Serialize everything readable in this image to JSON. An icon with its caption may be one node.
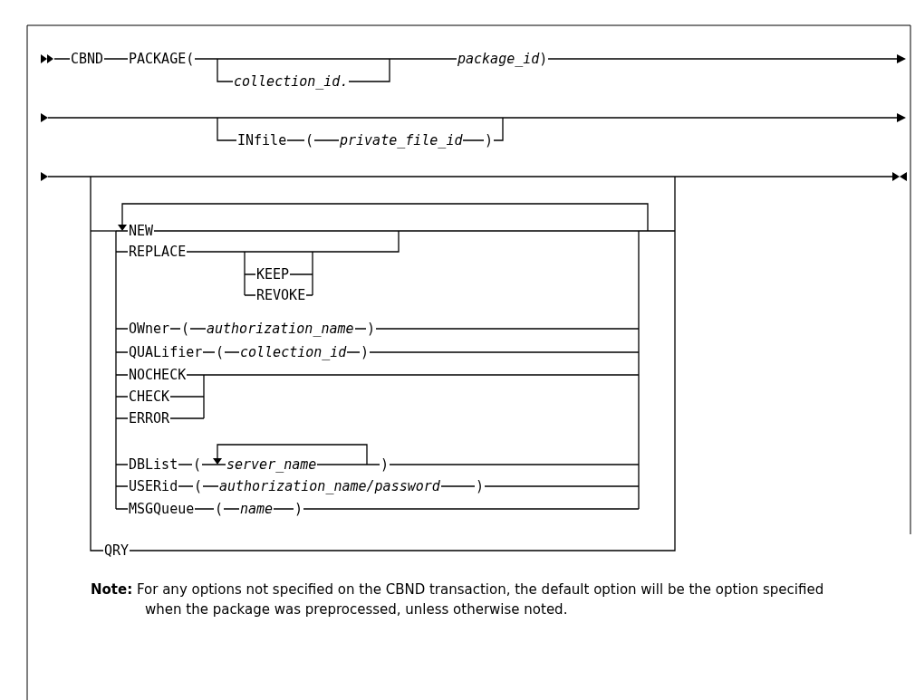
{
  "diagram": {
    "labels": [
      "CBND",
      "PACKAGE(",
      "*package_id*)",
      "collection_id.",
      "INfile",
      "(",
      "private_file_id",
      ")",
      "NEW",
      "REPLACE",
      "KEEP",
      "REVOKE",
      "OWner",
      "(",
      "authorization_name",
      ")",
      "QUALifier",
      "(",
      "collection_id",
      ")",
      "NOCHECK",
      "CHECK",
      "ERROR",
      "DBList",
      "(",
      "server_name",
      ")",
      "USERid",
      "(",
      "authorization_name/password",
      ")",
      "MSGQueue",
      "(",
      "name",
      ")",
      "QRY",
      "**Note:** For any options not specified on the CBND transaction, the default option will be the option specified when the package was preprocessed, unless otherwise noted."
    ]
  }
}
